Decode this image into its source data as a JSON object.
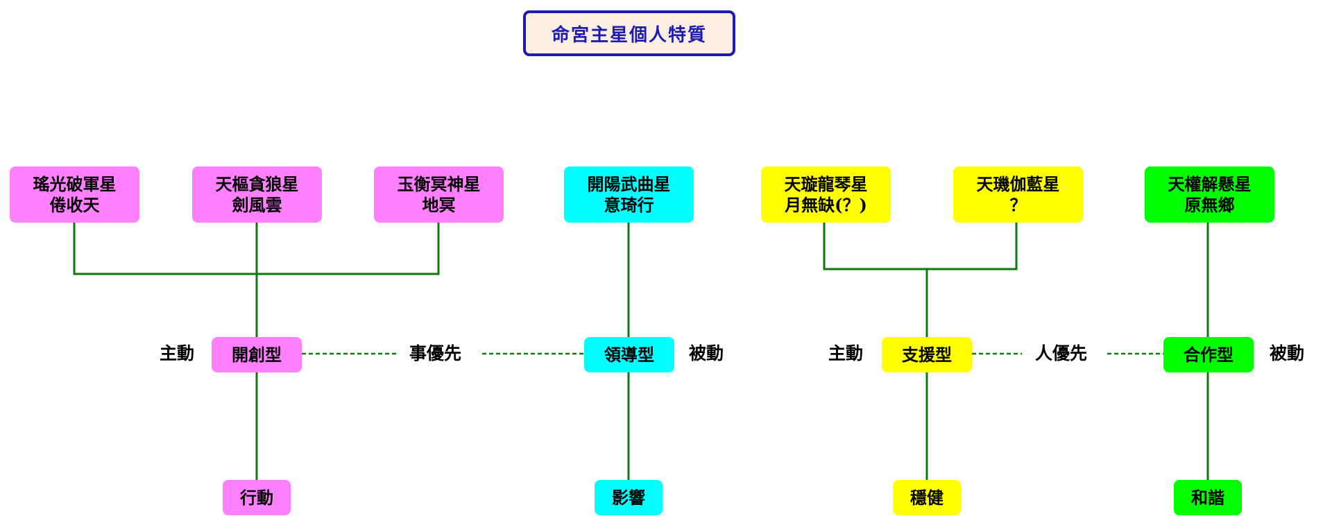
{
  "title": "命宮主星個人特質",
  "colors": {
    "pink": "#ff80ff",
    "cyan": "#00ffff",
    "yellow": "#ffff00",
    "green": "#00ff00",
    "line": "#0a7a0a",
    "title_border": "#1c1cb0"
  },
  "stars": [
    {
      "line1": "瑤光破軍星",
      "line2": "倦收天"
    },
    {
      "line1": "天樞貪狼星",
      "line2": "劍風雲"
    },
    {
      "line1": "玉衡冥神星",
      "line2": "地冥"
    },
    {
      "line1": "開陽武曲星",
      "line2": "意琦行"
    },
    {
      "line1": "天璇龍琴星",
      "line2": "月無缺(？)"
    },
    {
      "line1": "天璣伽藍星",
      "line2": "？"
    },
    {
      "line1": "天權解懸星",
      "line2": "原無鄉"
    }
  ],
  "types": [
    {
      "label": "開創型",
      "trait": "行動"
    },
    {
      "label": "領導型",
      "trait": "影響"
    },
    {
      "label": "支援型",
      "trait": "穩健"
    },
    {
      "label": "合作型",
      "trait": "和諧"
    }
  ],
  "axis": {
    "left_active": "主動",
    "left_priority": "事優先",
    "left_passive": "被動",
    "right_active": "主動",
    "right_priority": "人優先",
    "right_passive": "被動"
  }
}
